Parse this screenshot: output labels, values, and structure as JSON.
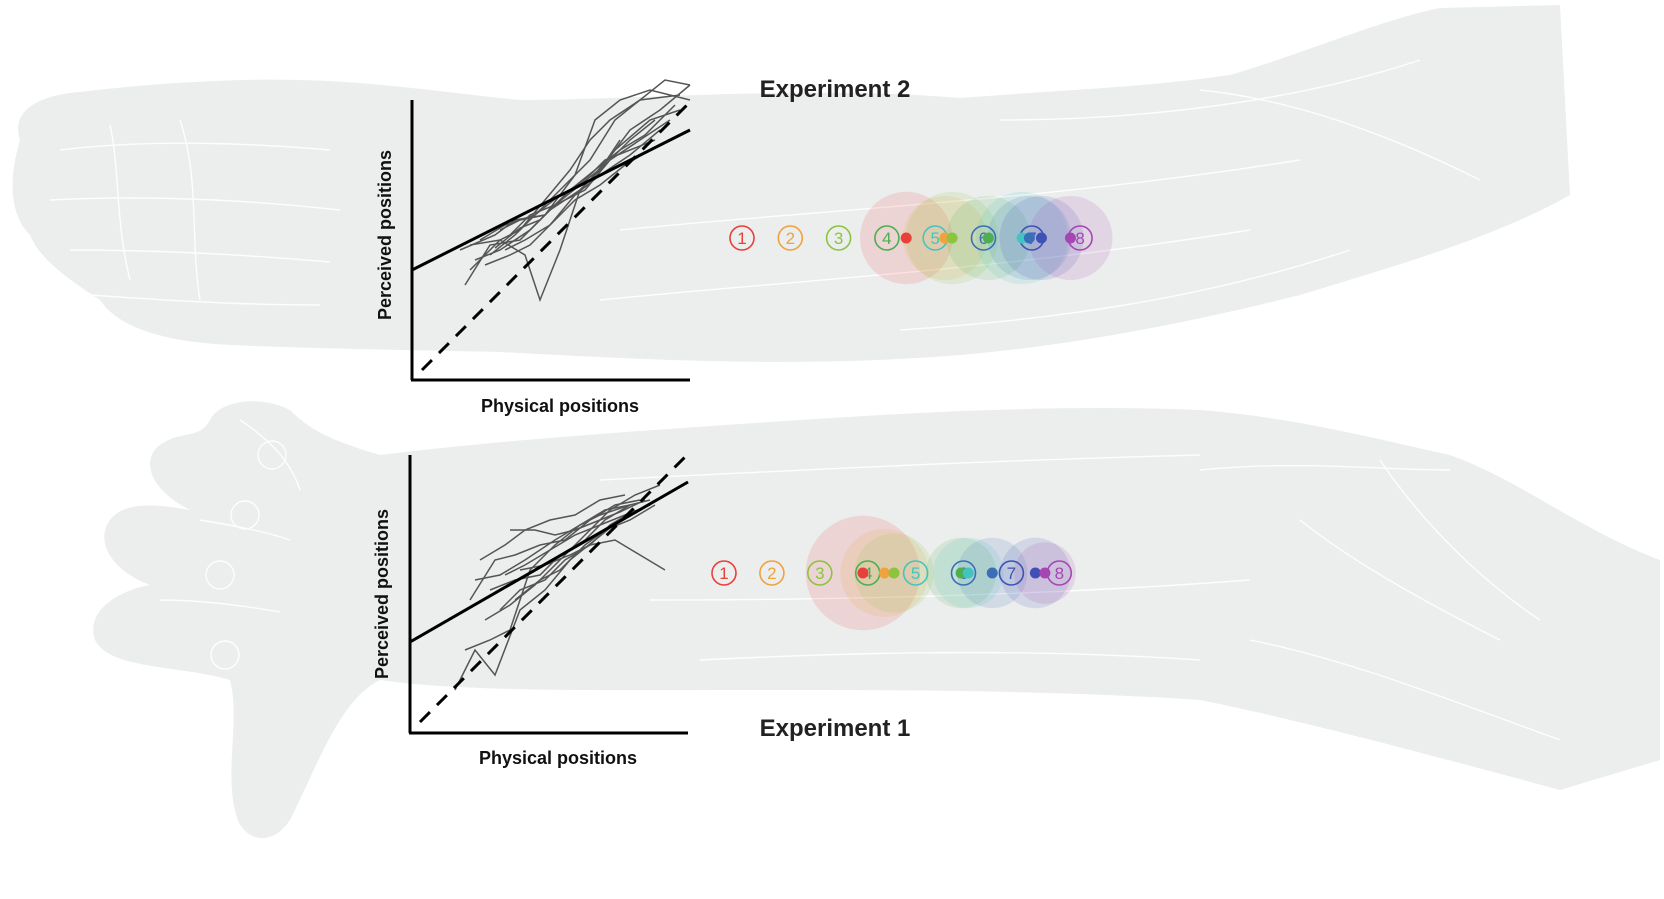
{
  "figure": {
    "colors": {
      "arm": "#eceded",
      "arm_lines": "#ffffff",
      "markers": [
        "#e8403a",
        "#f0a23c",
        "#8cc43f",
        "#4caf50",
        "#44c4c0",
        "#3a6fb8",
        "#3f51b5",
        "#a547b2"
      ]
    },
    "panels": [
      {
        "id": "experiment-2",
        "title": "Experiment 2",
        "xlabel": "Physical positions",
        "ylabel": "Perceived positions",
        "marker_labels": [
          "1",
          "2",
          "3",
          "4",
          "5",
          "6",
          "7",
          "8"
        ],
        "perceived_dot_index": [
          4.4,
          5.2,
          5.35,
          6.1,
          6.8,
          6.95,
          7.2,
          7.8
        ],
        "spread_index": [
          1.1,
          1.0,
          1.1,
          1.0,
          1.1,
          1.0,
          1.0,
          1.0
        ]
      },
      {
        "id": "experiment-1",
        "title": "Experiment 1",
        "xlabel": "Physical positions",
        "ylabel": "Perceived positions",
        "marker_labels": [
          "1",
          "2",
          "3",
          "4",
          "5",
          "6",
          "7",
          "8"
        ],
        "perceived_dot_index": [
          3.9,
          4.35,
          4.55,
          5.95,
          6.1,
          6.6,
          7.5,
          7.7
        ],
        "spread_index": [
          1.3,
          1.0,
          0.9,
          0.8,
          0.8,
          0.8,
          0.8,
          0.7
        ]
      }
    ]
  }
}
